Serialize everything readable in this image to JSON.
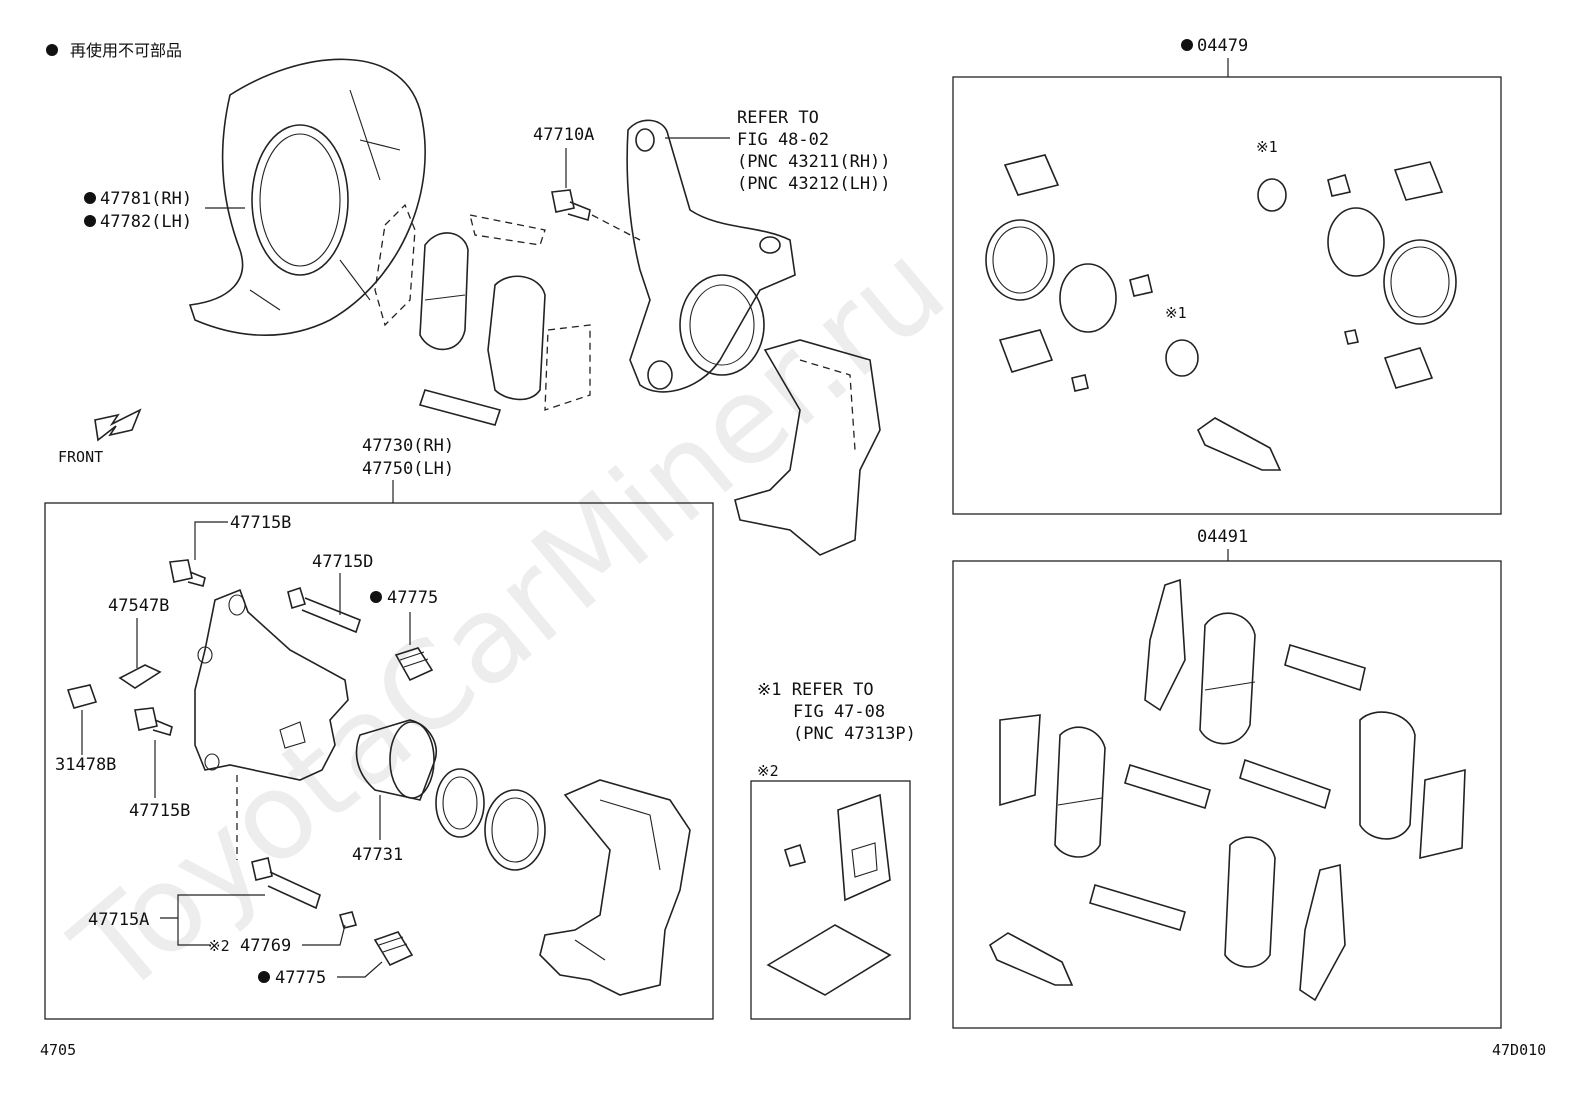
{
  "legend": {
    "text": "再使用不可部品"
  },
  "watermark": "ToyotaCarMiner.ru",
  "footer": {
    "left_code": "4705",
    "right_code": "47D010"
  },
  "labels": {
    "p47781": "47781(RH)",
    "p47782": "47782(LH)",
    "p47710A": "47710A",
    "refer_fig48": [
      "REFER TO",
      "FIG 48-02",
      "(PNC 43211(RH))",
      "(PNC 43212(LH))"
    ],
    "front": "FRONT",
    "p47730": "47730(RH)",
    "p47750": "47750(LH)",
    "p47715B_top": "47715B",
    "p47715D": "47715D",
    "p47775_top": "47775",
    "p47547B": "47547B",
    "p31478B": "31478B",
    "p47715B_bottom": "47715B",
    "p47731": "47731",
    "p47715A": "47715A",
    "p47769": "47769",
    "p47775_bottom": "47775",
    "note_mark2": "※2",
    "note_mark1": "※1",
    "refer_fig47": [
      "※1 REFER TO",
      "FIG 47-08",
      "(PNC 47313P)"
    ],
    "note2_box": "※2",
    "kit04479": "04479",
    "kit04491": "04491"
  }
}
